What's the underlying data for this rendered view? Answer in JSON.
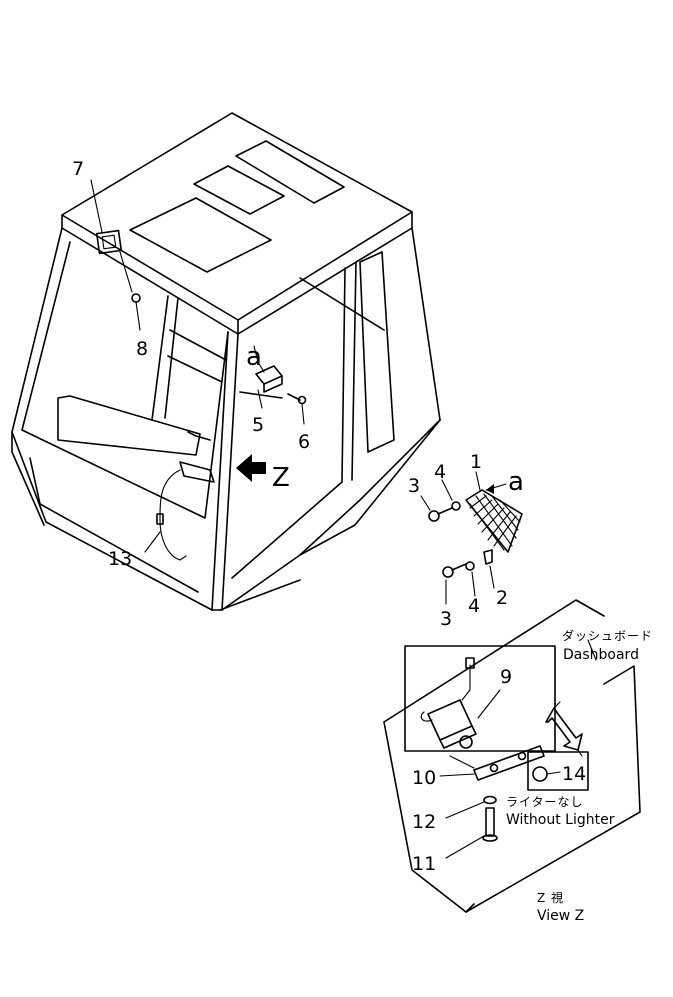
{
  "callouts": {
    "n1": "1",
    "n2": "2",
    "n3a": "3",
    "n3b": "3",
    "n4a": "4",
    "n4b": "4",
    "n5": "5",
    "n6": "6",
    "n7": "7",
    "n8": "8",
    "n9": "9",
    "n10": "10",
    "n11": "11",
    "n12": "12",
    "n13": "13",
    "n14": "14"
  },
  "labels": {
    "detail_a_top": "a",
    "detail_a_side": "a",
    "view_arrow": "Z",
    "dashboard_jp": "ダッシュボード",
    "dashboard_en": "Dashboard",
    "without_lighter_jp": "ライターなし",
    "without_lighter_en": "Without Lighter",
    "view_z_jp": "Z 視",
    "view_z_en": "View Z"
  }
}
